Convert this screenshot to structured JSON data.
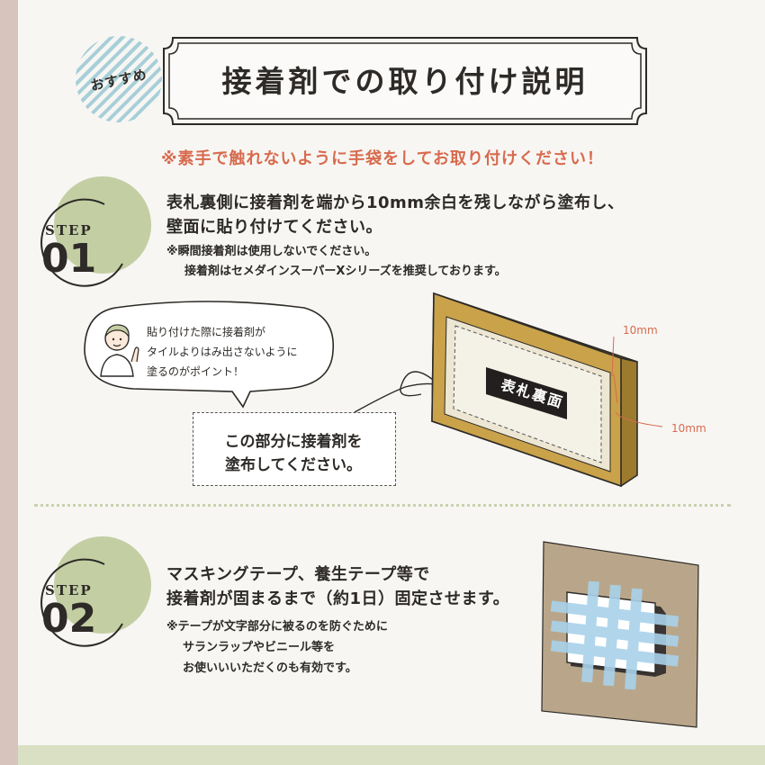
{
  "badge": {
    "text": "おすすめ"
  },
  "title": "接着剤での取り付け説明",
  "warning": "※素手で触れないように手袋をしてお取り付けください！",
  "step1": {
    "label": "STEP",
    "number": "01",
    "line1": "表札裏側に接着剤を端から10mm余白を残しながら塗布し、",
    "line2": "壁面に貼り付けてください。",
    "note1": "※瞬間接着剤は使用しないでください。",
    "note2": "接着剤はセメダインスーパーXシリーズを推奨しております。",
    "speech": [
      "貼り付けた際に接着剤が",
      "タイルよりはみ出さないように",
      "塗るのがポイント！"
    ],
    "callout1": "この部分に接着剤を",
    "callout2": "塗布してください。",
    "plate_label": "表札裏面",
    "dim_top": "10mm",
    "dim_bottom": "10mm"
  },
  "step2": {
    "label": "STEP",
    "number": "02",
    "line1": "マスキングテープ、養生テープ等で",
    "line2": "接着剤が固まるまで（約1日）固定させます。",
    "note1": "※テープが文字部分に被るのを防ぐために",
    "note2": "サランラップやビニール等を",
    "note3": "お使いいいただくのも有効です。"
  },
  "colors": {
    "accent_red": "#d86a4d",
    "step_green": "#c3cea3",
    "plate_gold": "#c9a24a",
    "wall_tan": "#b9a68a",
    "tape_blue": "#a9d2ea"
  }
}
